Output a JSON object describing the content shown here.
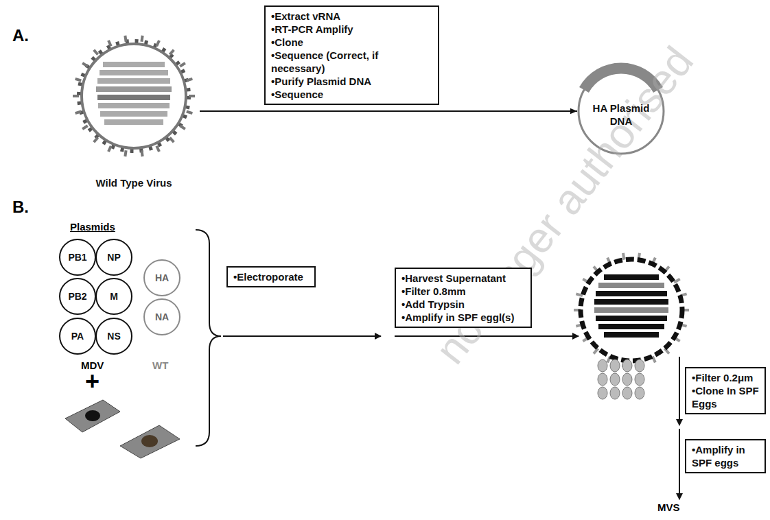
{
  "diagram": {
    "nodes": [
      {
        "text": [
          "Wild Type Virus"
        ]
      },
      {
        "text": [
          "•Extract vRNA",
          "•RT-PCR Amplify",
          "•Clone",
          "•Sequence (Correct, if necessary)",
          "•Purify Plasmid DNA",
          "•Sequence"
        ]
      },
      {
        "text": [
          "HA Plasmid DNA"
        ]
      },
      {
        "text": [
          "PB1"
        ]
      },
      {
        "text": [
          "NP"
        ]
      },
      {
        "text": [
          "PB2"
        ]
      },
      {
        "text": [
          "M"
        ]
      },
      {
        "text": [
          "PA"
        ]
      },
      {
        "text": [
          "NS"
        ]
      },
      {
        "text": [
          "HA"
        ]
      },
      {
        "text": [
          "NA"
        ]
      },
      {
        "text": [
          "•Electroporate"
        ]
      },
      {
        "text": [
          "•Harvest Supernatant",
          "•Filter 0.8mm",
          "•Add Trypsin",
          "•Amplify in SPF eggl(s)"
        ]
      },
      {
        "text": [
          "•Filter 0.2μm",
          "•Clone In SPF Eggs"
        ]
      },
      {
        "text": [
          "•Amplify in SPF eggs"
        ]
      }
    ],
    "edges": [
      {
        "from": 0,
        "to": 2,
        "arrow": "to"
      }
    ],
    "labels": [
      "A.",
      "B.",
      "Plasmids",
      "MDV",
      "WT",
      "+",
      "MVS",
      "no longer authorised"
    ]
  }
}
